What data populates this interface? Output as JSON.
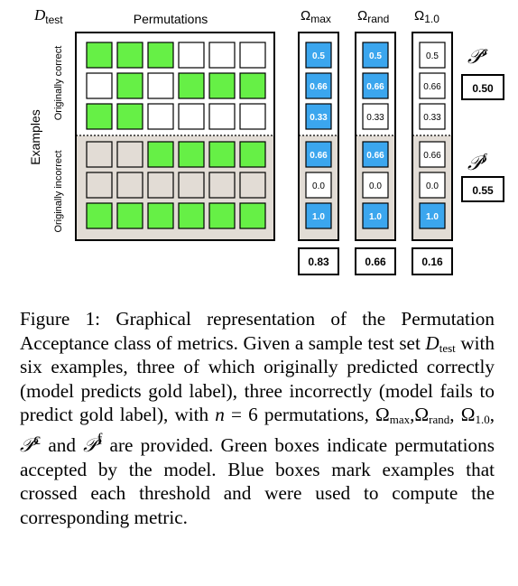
{
  "figure": {
    "label_dtest": "D",
    "label_dtest_sub": "test",
    "label_permutations": "Permutations",
    "label_examples": "Examples",
    "label_originally_correct": "Originally correct",
    "label_originally_incorrect": "Originally incorrect",
    "omega_symbol": "Ω",
    "omega_subs": [
      "max",
      "rand",
      "1.0"
    ],
    "p_c_symbol": "𝒫",
    "p_c_sup": "c",
    "p_f_symbol": "𝒫",
    "p_f_sup": "f",
    "p_c_value": "0.50",
    "p_f_value": "0.55",
    "omega_totals": [
      "0.83",
      "0.66",
      "0.16"
    ],
    "rows": [
      {
        "group": "correct",
        "accepted": [
          true,
          true,
          true,
          false,
          false,
          false
        ],
        "values": [
          "0.5",
          "0.5",
          "0.5"
        ],
        "crossed": [
          true,
          true,
          false
        ]
      },
      {
        "group": "correct",
        "accepted": [
          false,
          true,
          false,
          true,
          true,
          true
        ],
        "values": [
          "0.66",
          "0.66",
          "0.66"
        ],
        "crossed": [
          true,
          true,
          false
        ]
      },
      {
        "group": "correct",
        "accepted": [
          true,
          true,
          false,
          false,
          false,
          false
        ],
        "values": [
          "0.33",
          "0.33",
          "0.33"
        ],
        "crossed": [
          true,
          false,
          false
        ]
      },
      {
        "group": "incorrect",
        "accepted": [
          false,
          false,
          true,
          true,
          true,
          true
        ],
        "values": [
          "0.66",
          "0.66",
          "0.66"
        ],
        "crossed": [
          true,
          true,
          false
        ]
      },
      {
        "group": "incorrect",
        "accepted": [
          false,
          false,
          false,
          false,
          false,
          false
        ],
        "values": [
          "0.0",
          "0.0",
          "0.0"
        ],
        "crossed": [
          false,
          false,
          false
        ]
      },
      {
        "group": "incorrect",
        "accepted": [
          true,
          true,
          true,
          true,
          true,
          true
        ],
        "values": [
          "1.0",
          "1.0",
          "1.0"
        ],
        "crossed": [
          true,
          true,
          true
        ]
      }
    ],
    "colors": {
      "accepted": "#66f046",
      "crossed": "#3ba6ee",
      "incorrect_bg": "#e2dcd5",
      "stroke": "#000000"
    }
  },
  "caption": {
    "p1": "Figure 1: Graphical representation of the Permutation Acceptance class of metrics. Given a sample test set ",
    "d": "D",
    "dsub": "test",
    "p2": " with six examples, three of which originally predicted correctly (model predicts gold label), three incorrectly (model fails to predict gold label), with ",
    "n": "n",
    "p3": " = 6 permutations, Ω",
    "sub1": "max",
    "p4": ",Ω",
    "sub2": "rand",
    "p5": ", Ω",
    "sub3": "1.0",
    "p6": ", ",
    "pc": "𝒫",
    "pcsup": "c",
    "p7": " and ",
    "pf": "𝒫",
    "pfsup": "f",
    "p8": " are provided. Green boxes indicate permutations accepted by the model. Blue boxes mark examples that crossed each threshold and were used to compute the corresponding metric."
  }
}
